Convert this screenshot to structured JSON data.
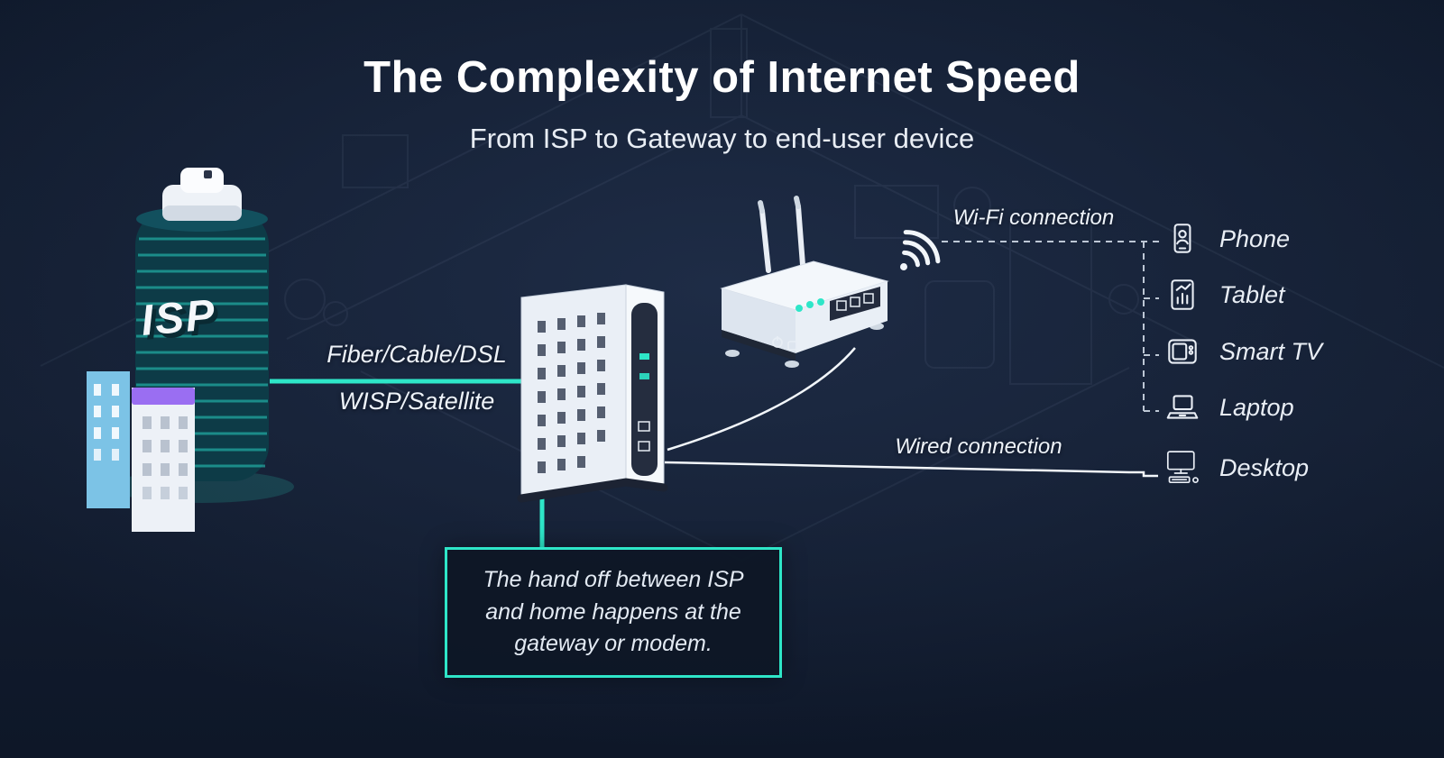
{
  "title": "The Complexity of Internet Speed",
  "subtitle": "From ISP to Gateway to end-user device",
  "isp": {
    "label": "ISP"
  },
  "links": {
    "isp_to_modem_top": "Fiber/Cable/DSL",
    "isp_to_modem_bottom": "WISP/Satellite",
    "wifi": "Wi-Fi connection",
    "wired": "Wired connection"
  },
  "devices": [
    {
      "id": "phone",
      "label": "Phone"
    },
    {
      "id": "tablet",
      "label": "Tablet"
    },
    {
      "id": "smart-tv",
      "label": "Smart TV"
    },
    {
      "id": "laptop",
      "label": "Laptop"
    },
    {
      "id": "desktop",
      "label": "Desktop"
    }
  ],
  "callout": {
    "text": "The hand off between ISP and home happens at the gateway or modem."
  },
  "colors": {
    "background": "#121b2c",
    "accent": "#2ee6c8",
    "text": "#ffffff"
  }
}
